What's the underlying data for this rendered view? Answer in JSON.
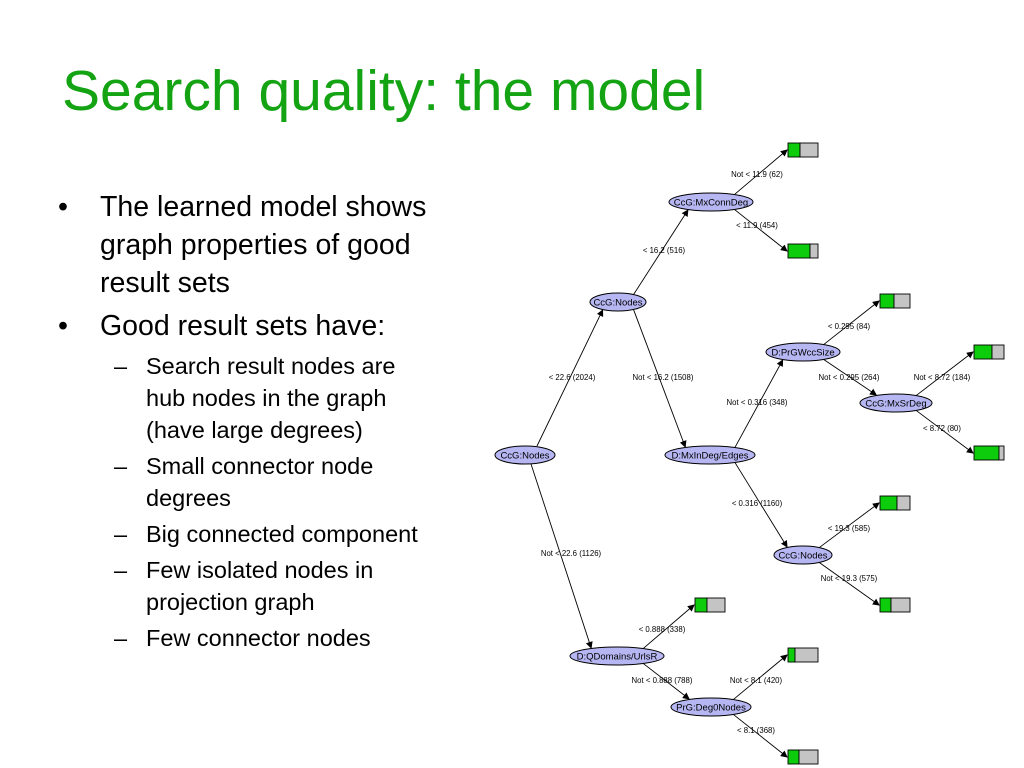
{
  "title": "Search quality: the model",
  "bullets": [
    {
      "lines": [
        "The learned model shows",
        "graph properties of good",
        "result sets"
      ],
      "sub": []
    },
    {
      "lines": [
        "Good result sets have:"
      ],
      "sub": [
        {
          "lines": [
            "Search result nodes are",
            "hub nodes in the graph",
            "(have large degrees)"
          ]
        },
        {
          "lines": [
            "Small connector node",
            "degrees"
          ]
        },
        {
          "lines": [
            "Big connected component"
          ]
        },
        {
          "lines": [
            "Few isolated nodes in",
            "projection graph"
          ]
        },
        {
          "lines": [
            "Few connector nodes"
          ]
        }
      ]
    }
  ],
  "tree": {
    "nodes": [
      {
        "id": "n1",
        "label": "CcG:Nodes"
      },
      {
        "id": "n2",
        "label": "CcG:Nodes"
      },
      {
        "id": "n3",
        "label": "CcG:MxConnDeg"
      },
      {
        "id": "n4",
        "label": "D:MxInDeg/Edges"
      },
      {
        "id": "n5",
        "label": "D:PrGWccSize"
      },
      {
        "id": "n6",
        "label": "CcG:MxSrDeg"
      },
      {
        "id": "n7",
        "label": "CcG:Nodes"
      },
      {
        "id": "n8",
        "label": "D:QDomains/UrlsR"
      },
      {
        "id": "n9",
        "label": "PrG:Deg0Nodes"
      }
    ],
    "edges": [
      {
        "label": "< 22.6 (2024)",
        "from": "n1",
        "to": "n2"
      },
      {
        "label": "Not < 22.6 (1126)",
        "from": "n1",
        "to": "n8"
      },
      {
        "label": "< 16.2 (516)",
        "from": "n2",
        "to": "n3"
      },
      {
        "label": "Not < 16.2 (1508)",
        "from": "n2",
        "to": "n4"
      },
      {
        "label": "Not < 11.9 (62)",
        "from": "n3",
        "to": "leaf1"
      },
      {
        "label": "< 11.9 (454)",
        "from": "n3",
        "to": "leaf2"
      },
      {
        "label": "Not < 0.316 (348)",
        "from": "n4",
        "to": "n5"
      },
      {
        "label": "< 0.316 (1160)",
        "from": "n4",
        "to": "n7"
      },
      {
        "label": "< 0.295 (84)",
        "from": "n5",
        "to": "leaf3"
      },
      {
        "label": "Not < 0.295 (264)",
        "from": "n5",
        "to": "n6"
      },
      {
        "label": "Not < 8.72 (184)",
        "from": "n6",
        "to": "leaf4"
      },
      {
        "label": "< 8.72 (80)",
        "from": "n6",
        "to": "leaf5"
      },
      {
        "label": "< 19.3 (585)",
        "from": "n7",
        "to": "leaf6"
      },
      {
        "label": "Not < 19.3 (575)",
        "from": "n7",
        "to": "leaf7"
      },
      {
        "label": "< 0.888 (338)",
        "from": "n8",
        "to": "leaf8"
      },
      {
        "label": "Not < 0.888 (788)",
        "from": "n8",
        "to": "n9"
      },
      {
        "label": "Not < 8.1 (420)",
        "from": "n9",
        "to": "leaf9"
      },
      {
        "label": "< 8.1 (368)",
        "from": "n9",
        "to": "leaf10"
      }
    ],
    "leaves": [
      {
        "id": "leaf1",
        "green_fraction": 0.4
      },
      {
        "id": "leaf2",
        "green_fraction": 0.72
      },
      {
        "id": "leaf3",
        "green_fraction": 0.45
      },
      {
        "id": "leaf4",
        "green_fraction": 0.6
      },
      {
        "id": "leaf5",
        "green_fraction": 0.82
      },
      {
        "id": "leaf6",
        "green_fraction": 0.55
      },
      {
        "id": "leaf7",
        "green_fraction": 0.35
      },
      {
        "id": "leaf8",
        "green_fraction": 0.4
      },
      {
        "id": "leaf9",
        "green_fraction": 0.22
      },
      {
        "id": "leaf10",
        "green_fraction": 0.38
      }
    ],
    "colors": {
      "node_fill": "#b6b6f2",
      "leaf_green": "#0ccc0c",
      "leaf_grey": "#c4c4c4"
    }
  },
  "colors": {
    "title": "#13a313",
    "text": "#000000",
    "background": "#ffffff"
  }
}
